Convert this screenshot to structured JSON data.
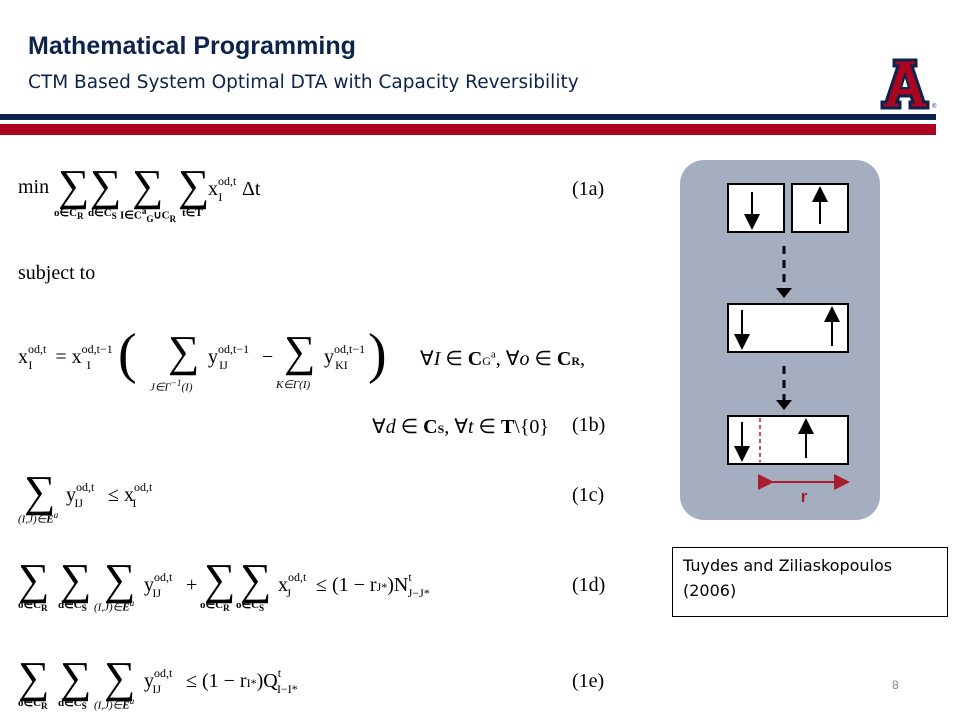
{
  "slide": {
    "title": "Mathematical Programming",
    "subtitle": "CTM Based System Optimal DTA with Capacity Reversibility",
    "page_number": "8"
  },
  "colors": {
    "navy": "#0c234b",
    "red": "#ab0520",
    "diagram_bg": "#a5adc0"
  },
  "logo": {
    "name": "university-of-arizona-block-a-logo",
    "letter": "A",
    "registered": "®"
  },
  "formulation": {
    "objective_label": "(1a)",
    "subject_to": "subject to",
    "constraint_1b_label": "(1b)",
    "constraint_1c_label": "(1c)",
    "constraint_1d_label": "(1d)",
    "constraint_1e_label": "(1e)"
  },
  "diagram": {
    "reversibility_label": "r"
  },
  "citation": {
    "line1": "Tuydes and Ziliaskopoulos",
    "line2": "(2006)"
  }
}
